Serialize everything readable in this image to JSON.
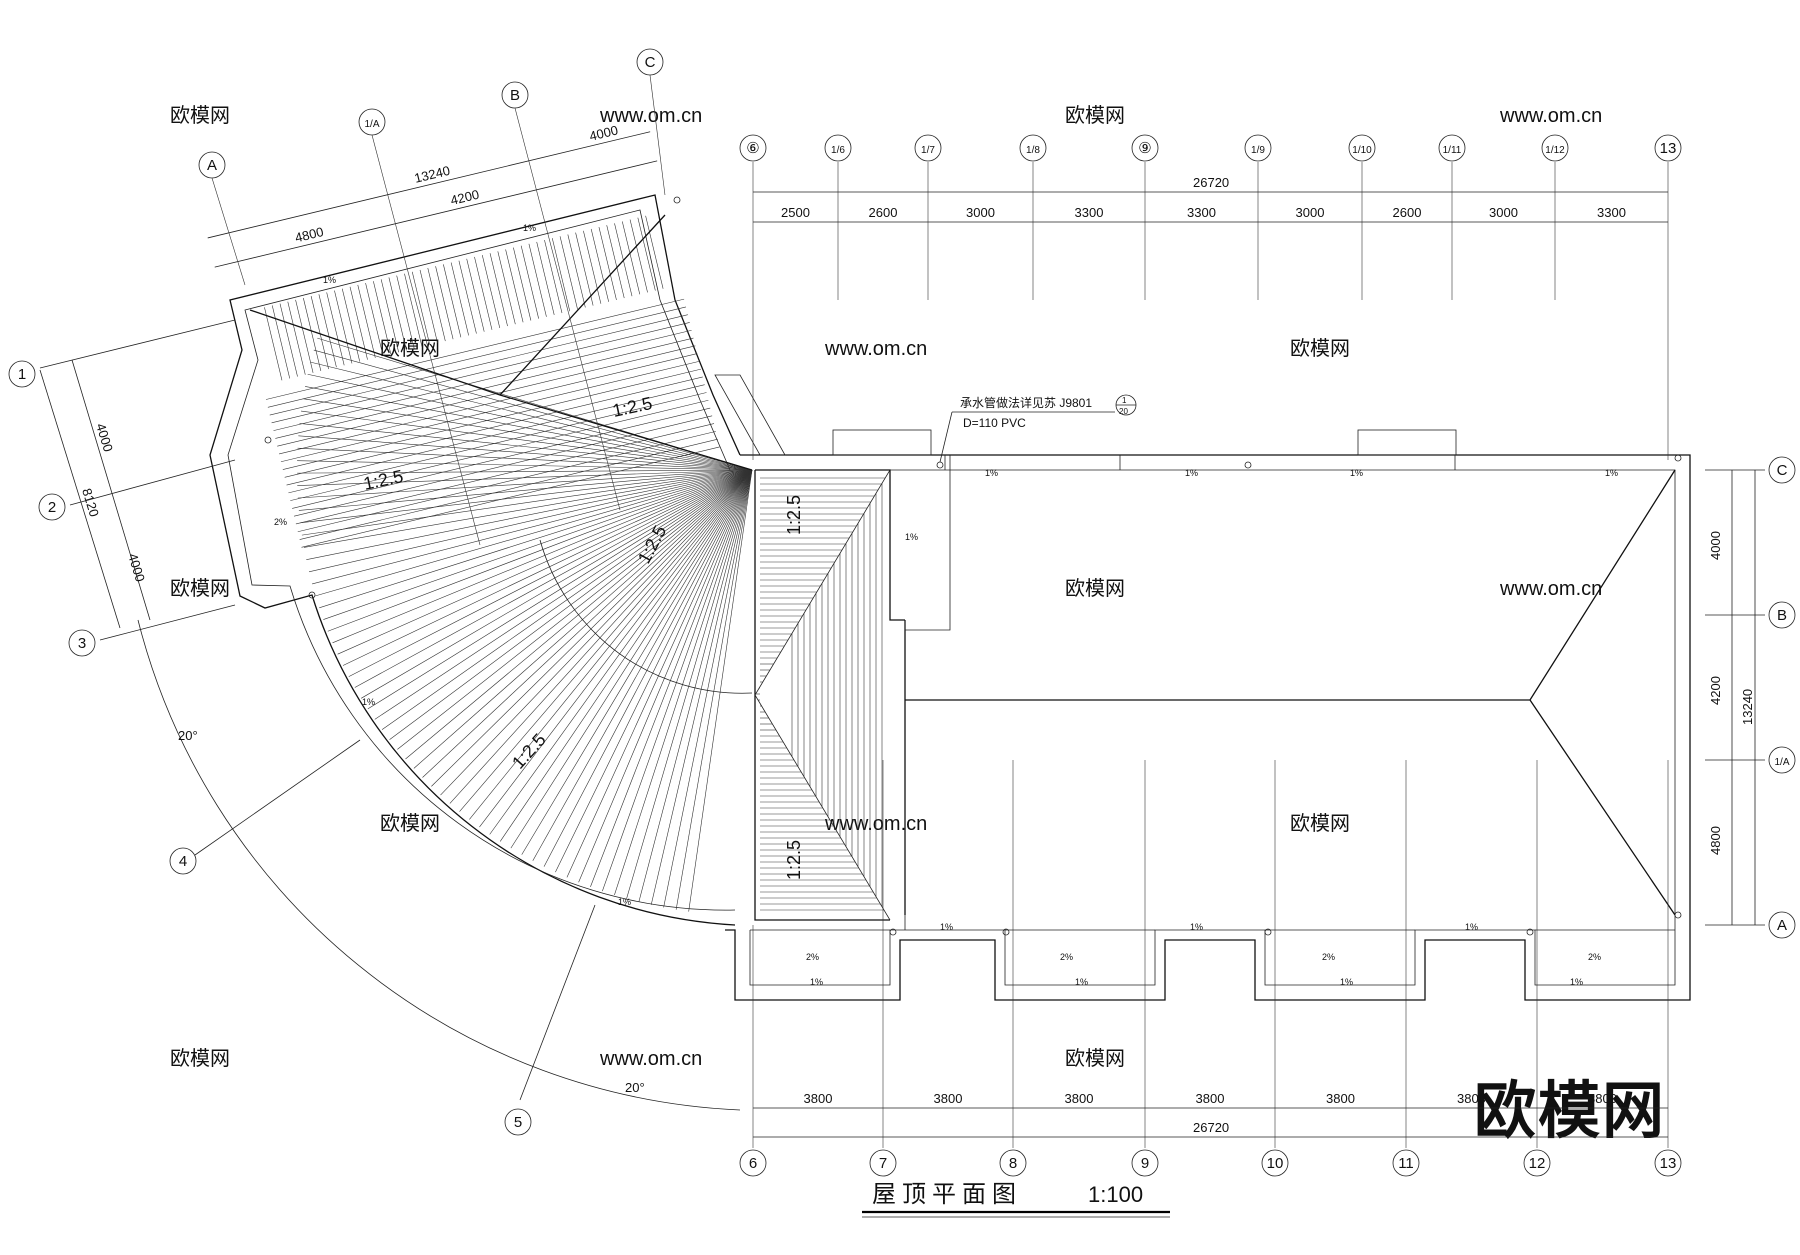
{
  "title": {
    "text": "屋顶平面图",
    "scale": "1:100"
  },
  "top_axes": [
    "⑥",
    "1/6",
    "1/7",
    "1/8",
    "⑨",
    "1/9",
    "1/10",
    "1/11",
    "1/12",
    "13"
  ],
  "top_dims": {
    "total": "26720",
    "segments": [
      "2500",
      "2600",
      "3000",
      "3300",
      "3300",
      "3000",
      "2600",
      "3000",
      "3300"
    ]
  },
  "bottom_axes": [
    "6",
    "7",
    "8",
    "9",
    "10",
    "11",
    "12",
    "13"
  ],
  "bottom_dims": {
    "total": "26720",
    "segments": [
      "3800",
      "3800",
      "3800",
      "3800",
      "3800",
      "3800",
      "3800"
    ]
  },
  "right_axes": [
    "C",
    "B",
    "1/A",
    "A"
  ],
  "right_dims": {
    "total": "13240",
    "segments": [
      "4000",
      "4200",
      "4800"
    ]
  },
  "wing_axes": [
    "A",
    "1/A",
    "B",
    "C"
  ],
  "wing_dims": {
    "total": "13240",
    "segments": [
      "4800",
      "4200",
      "4000"
    ]
  },
  "left_axes": [
    "1",
    "2",
    "3",
    "4",
    "5"
  ],
  "left_dims": {
    "total": "8120",
    "segments": [
      "4000",
      "4000"
    ]
  },
  "angles": [
    "20°",
    "20°"
  ],
  "slopes": [
    "1:2.5",
    "1:2.5",
    "1:2.5",
    "1:2.5",
    "1:2.5",
    "1:2.5"
  ],
  "drain_pct": [
    "1%",
    "2%"
  ],
  "note": {
    "line1": "承水管做法详见苏 J9801",
    "line2": "D=110 PVC",
    "detail_top": "1",
    "detail_bottom": "20"
  },
  "watermark": {
    "text": "欧模网",
    "url": "www.om.cn"
  }
}
